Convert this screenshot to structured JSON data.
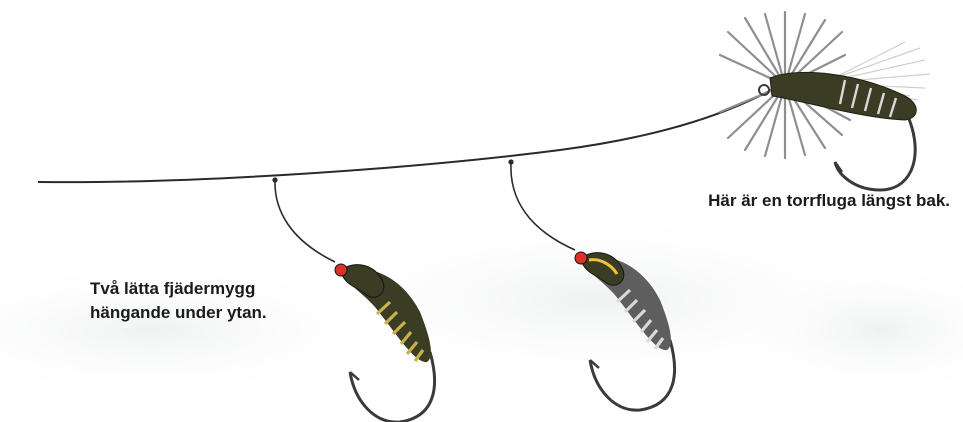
{
  "labels": {
    "dry_fly": "Här är en torrfluga längst bak.",
    "nymphs_line1": "Två lätta fjädermygg",
    "nymphs_line2": "hängande under ytan."
  },
  "colors": {
    "line": "#2a2a2a",
    "fly_body_dark": "#3a3d24",
    "hackle": "#8f8f8f",
    "tail": "#cfcfcf",
    "rib_gold": "#c9b24a",
    "rib_white": "#d9d9d9",
    "thorax_red": "#d9322a",
    "thorax_stripe": "#f0c23a",
    "hook": "#3a3a3a"
  },
  "icons": {
    "dry_fly": "dry-fly-icon",
    "nymph_gold": "nymph-gold-icon",
    "nymph_white": "nymph-white-icon"
  }
}
